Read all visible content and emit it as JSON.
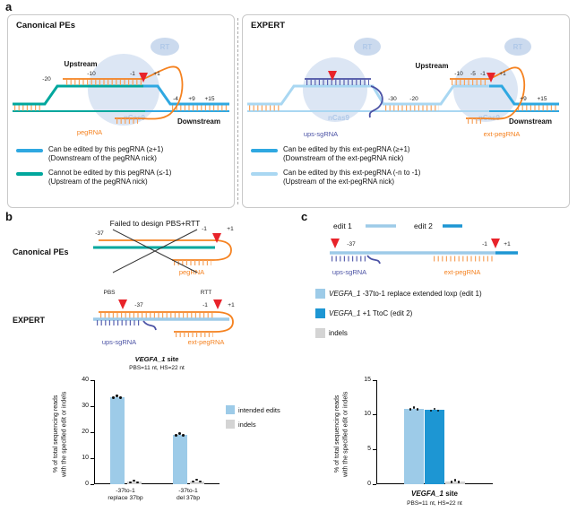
{
  "colors": {
    "editable_blue": "#2FA8E1",
    "not_editable_teal": "#00A79D",
    "upstream_light_blue": "#A9D7F2",
    "pegrna_orange": "#F58220",
    "ups_sgrna_navy": "#4B52A5",
    "nick_red": "#E8232A",
    "protein_fill": "#DCE6F4",
    "bar_intended_blue": "#9DCBE8",
    "bar_edit2_blue": "#1D96D3",
    "bar_indels_gray": "#D4D4D4"
  },
  "panel_a": {
    "label": "a",
    "canonical": {
      "title": "Canonical PEs",
      "upstream": "Upstream",
      "downstream": "Downstream",
      "rt_label": "RT",
      "ncas9_label": "nCas9",
      "pegrna_label": "pegRNA",
      "pos_m20": "-20",
      "pos_m10": "-10",
      "pos_m1": "-1",
      "pos_p1": "+1",
      "pos_m4": "-4",
      "pos_p9": "+9",
      "pos_p15": "+15",
      "legend": [
        {
          "line1": "Can be edited by this pegRNA (≥+1)",
          "line2": "(Downstream of the pegRNA nick)"
        },
        {
          "line1": "Cannot be edited by this pegRNA (≤-1)",
          "line2": "(Upstream of the pegRNA nick)"
        }
      ]
    },
    "expert": {
      "title": "EXPERT",
      "upstream": "Upstream",
      "downstream": "Downstream",
      "rt_label": "RT",
      "rt_label2": "RT",
      "ncas9_label": "nCas9",
      "ncas9_label2": "nCas9",
      "ups_sgrna_label": "ups-sgRNA",
      "ext_pegrna_label": "ext-pegRNA",
      "pos_m30": "-30",
      "pos_m20": "-20",
      "pos_m10": "-10",
      "pos_m5": "-5",
      "pos_m1": "-1",
      "pos_p1": "+1",
      "pos_p9": "+9",
      "pos_p15": "+15",
      "legend": [
        {
          "line1": "Can be edited by this ext-pegRNA (≥+1)",
          "line2": "(Downstream of the ext-pegRNA nick)"
        },
        {
          "line1": "Can be edited by this ext-pegRNA (-n to -1)",
          "line2": "(Upstream of the ext-pegRNA nick)"
        }
      ]
    }
  },
  "panel_b": {
    "label": "b",
    "failed_text": "Failed to design PBS+RTT",
    "canonical_title": "Canonical PEs",
    "expert_title": "EXPERT",
    "pegrna_label": "pegRNA",
    "pbs_label": "PBS",
    "rtt_label": "RTT",
    "ups_sgrna_label": "ups-sgRNA",
    "ext_pegrna_label": "ext-pegRNA",
    "d1_pos_m37": "-37",
    "d1_pos_m1": "-1",
    "d1_pos_p1": "+1",
    "d2_pos_m37": "-37",
    "d2_pos_m1": "-1",
    "d2_pos_p1": "+1"
  },
  "panel_c": {
    "label": "c",
    "edit1_label": "edit 1",
    "edit2_label": "edit 2",
    "pos_m37": "-37",
    "pos_m1": "-1",
    "pos_p1": "+1",
    "ups_sgrna_label": "ups-sgRNA",
    "ext_pegrna_label": "ext-pegRNA",
    "legend": [
      {
        "gene": "VEGFA_1",
        "rest": " -37to-1 replace extended loxp (edit 1)"
      },
      {
        "gene": "VEGFA_1",
        "rest": " +1 TtoC (edit 2)"
      },
      {
        "gene": "",
        "rest": "indels"
      }
    ]
  },
  "chart_data": [
    {
      "id": "chart-b",
      "type": "bar",
      "title_italic": "VEGFA_1",
      "title_rest": " site",
      "subtitle": "PBS=11 nt, HS=22 nt",
      "ylabel_line1": "% of total sequencing reads",
      "ylabel_line2": "with the specified edit or indels",
      "ymax": 40,
      "ticks": [
        0,
        10,
        20,
        30,
        40
      ],
      "series": [
        "intended edits",
        "indels"
      ],
      "series_colors": [
        "#9DCBE8",
        "#D4D4D4"
      ],
      "categories": [
        "-37to-1 replace 37bp",
        "-37to-1 del 37bp"
      ],
      "groups": [
        {
          "label_lines": [
            "-37to-1",
            "replace 37bp"
          ],
          "values": [
            33.5,
            0.9
          ]
        },
        {
          "label_lines": [
            "-37to-1",
            "del 37bp"
          ],
          "values": [
            19.0,
            1.2
          ]
        }
      ],
      "legend": [
        {
          "label": "intended edits"
        },
        {
          "label": "indels"
        }
      ]
    },
    {
      "id": "chart-c",
      "type": "bar",
      "xlabel_italic": "VEGFA_1",
      "xlabel_rest": " site",
      "subtitle": "PBS=11 nt, HS=22 nt",
      "ylabel_line1": "% of total sequencing reads",
      "ylabel_line2": "with the specified edit or indels",
      "ymax": 15,
      "ticks": [
        0,
        5,
        10,
        15
      ],
      "series": [
        "VEGFA_1 -37to-1 replace extended loxp (edit 1)",
        "VEGFA_1 +1 TtoC (edit 2)",
        "indels"
      ],
      "series_colors": [
        "#9DCBE8",
        "#1D96D3",
        "#D4D4D4"
      ],
      "groups": [
        {
          "label_lines": [],
          "values": [
            10.9,
            10.7,
            0.4
          ]
        }
      ]
    }
  ]
}
